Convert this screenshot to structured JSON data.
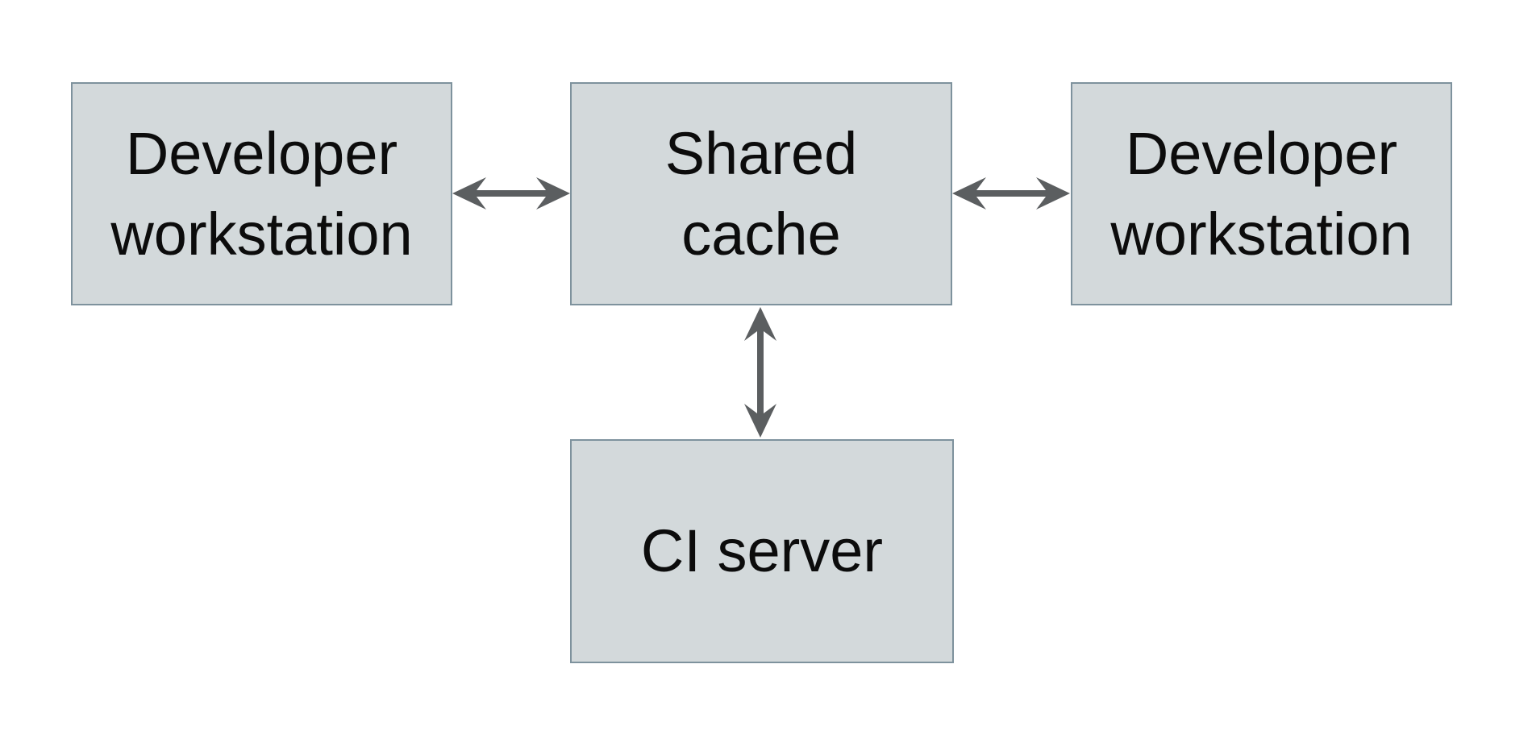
{
  "diagram": {
    "type": "architecture-diagram",
    "colors": {
      "background": "#ffffff",
      "node_fill": "#d3d9db",
      "node_border": "#7e929d",
      "arrow": "#5b5e60",
      "text": "#0c0c0c"
    },
    "nodes": {
      "dev_left": {
        "label": "Developer workstation",
        "line1": "Developer",
        "line2": "workstation"
      },
      "shared": {
        "label": "Shared cache",
        "line1": "Shared",
        "line2": "cache"
      },
      "dev_right": {
        "label": "Developer workstation",
        "line1": "Developer",
        "line2": "workstation"
      },
      "ci": {
        "label": "CI server",
        "line1": "CI server"
      }
    },
    "edges": [
      {
        "from": "dev_left",
        "to": "shared",
        "type": "bidirectional"
      },
      {
        "from": "shared",
        "to": "dev_right",
        "type": "bidirectional"
      },
      {
        "from": "shared",
        "to": "ci",
        "type": "bidirectional"
      }
    ]
  }
}
